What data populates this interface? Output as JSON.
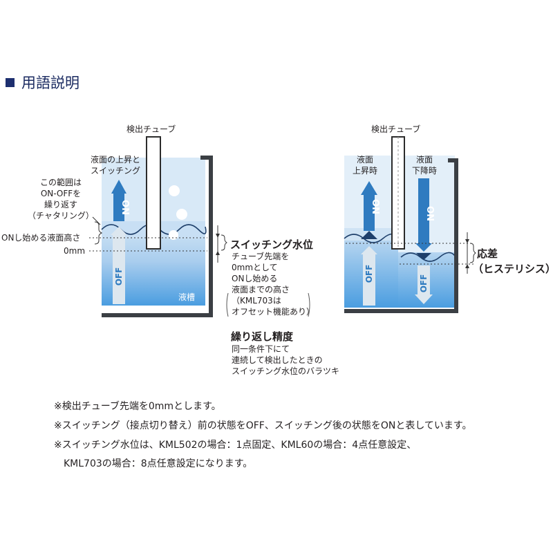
{
  "heading": "用語説明",
  "left": {
    "tube": "検出チューブ",
    "rise_label": [
      "液面の上昇と",
      "スイッチング"
    ],
    "range_label": [
      "この範囲は",
      "ON-OFFを",
      "繰り返す",
      "（チャタリング）"
    ],
    "on_start": "ONし始める液面高さ",
    "zero": "0mm",
    "on": "ON",
    "off": "OFF",
    "tank": "液槽",
    "switch_title": "スイッチング水位",
    "switch_desc": [
      "チューブ先端を",
      "0mmとして",
      "ONし始める",
      "液面までの高さ",
      "（KML703は",
      "オフセット機能あり）"
    ],
    "repeat_title": "繰り返し精度",
    "repeat_desc": [
      "同一条件下にて",
      "連続して検出したときの",
      "スイッチング水位のバラツキ"
    ]
  },
  "right": {
    "tube": "検出チューブ",
    "rising": [
      "液面",
      "上昇時"
    ],
    "falling": [
      "液面",
      "下降時"
    ],
    "on_up": "ON",
    "off_up": "OFF",
    "on_down": "ON",
    "off_down": "OFF",
    "diff_title": "応差",
    "diff_sub": "（ヒステリシス）"
  },
  "notes": [
    "※検出チューブ先端を0mmとします。",
    "※スイッチング（接点切り替え）前の状態をOFF、スイッチング後の状態をONと表しています。",
    "※スイッチング水位は、KML502の場合：1点固定、KML60の場合：4点任意設定、",
    "KML703の場合：8点任意設定になります。"
  ],
  "colors": {
    "water_light": "#cfe3f4",
    "water_mid": "#bad7f0",
    "water_deep": "#4fa0de",
    "arrow": "#2f7bc0",
    "wall": "#3b3f44",
    "heading": "#1d2f6f"
  }
}
